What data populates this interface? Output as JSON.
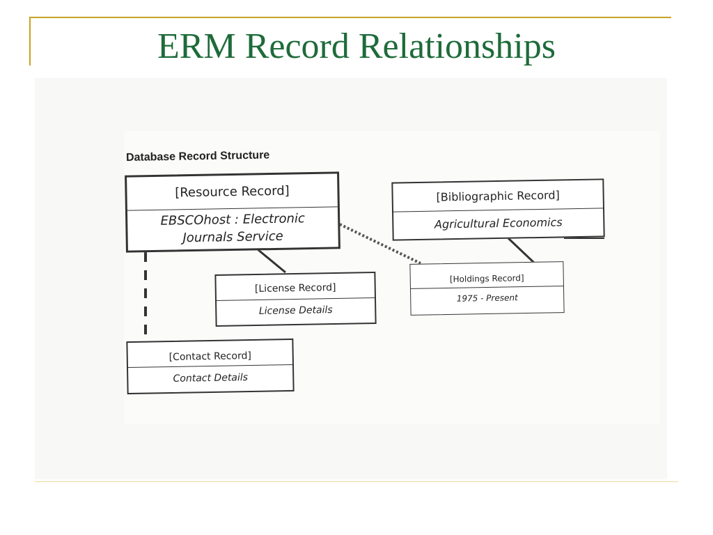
{
  "slide": {
    "title": "ERM Record Relationships"
  },
  "diagram": {
    "heading": "Database Record Structure",
    "records": {
      "resource": {
        "header": "[Resource Record]",
        "body_line1": "EBSCOhost : Electronic",
        "body_line2": "Journals Service"
      },
      "bibliographic": {
        "header": "[Bibliographic Record]",
        "body": "Agricultural Economics"
      },
      "license": {
        "header": "[License Record]",
        "body": "License Details"
      },
      "holdings": {
        "header": "[Holdings Record]",
        "body": "1975 - Present"
      },
      "contact": {
        "header": "[Contact Record]",
        "body": "Contact Details"
      }
    }
  },
  "colors": {
    "title_green": "#1e6b3a",
    "accent_gold": "#c9a227",
    "line_dark": "#333333"
  }
}
